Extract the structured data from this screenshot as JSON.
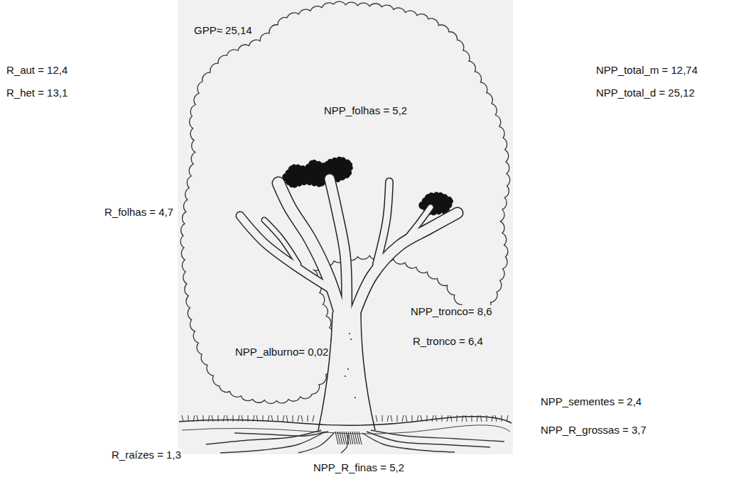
{
  "diagram": {
    "labels": [
      "GPP≈ 25,14",
      "R_aut = 12,4",
      "R_het = 13,1",
      "NPP_folhas = 5,2",
      "NPP_total_m = 12,74",
      "NPP_total_d = 25,12",
      "R_folhas = 4,7",
      "NPP_tronco= 8,6",
      "R_tronco = 6,4",
      "NPP_alburno= 0,02",
      "NPP_sementes = 2,4",
      "NPP_R_grossas = 3,7",
      "R_raízes = 1,3",
      "NPP_R_finas = 5,2"
    ]
  }
}
